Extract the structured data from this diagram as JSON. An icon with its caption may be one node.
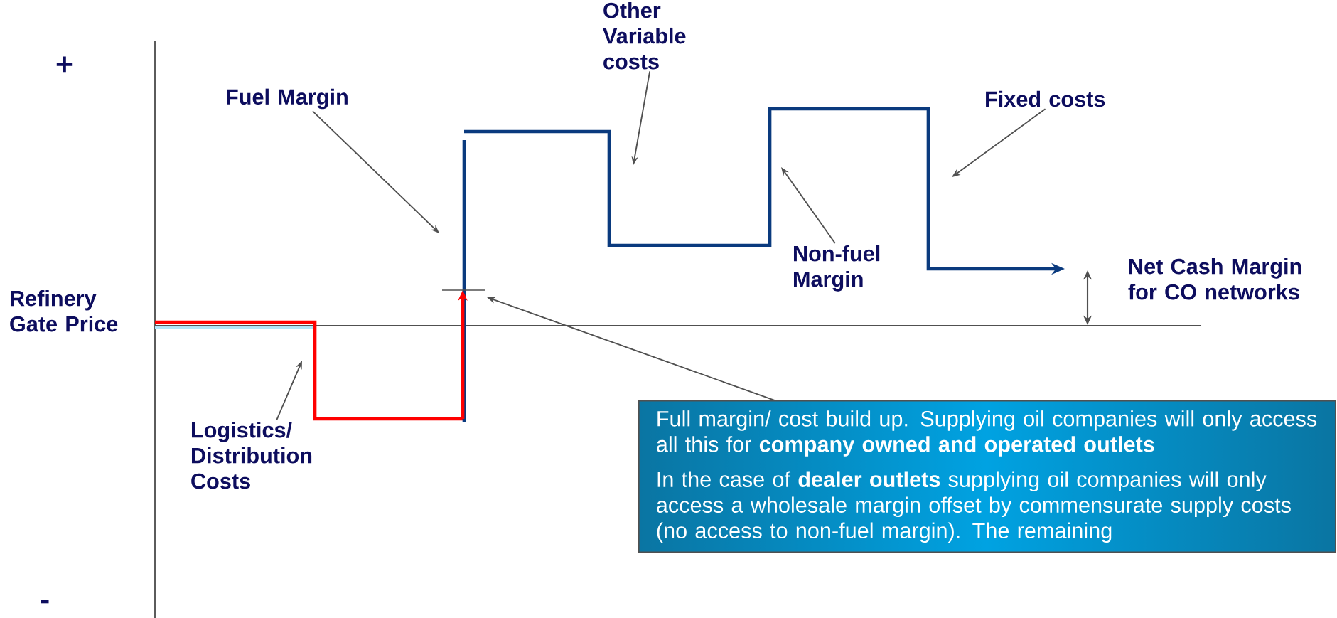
{
  "diagram": {
    "nodes": [
      {
        "text": [
          "Fuel Margin"
        ]
      },
      {
        "text": [
          "Other Variable costs"
        ]
      },
      {
        "text": [
          "Fixed costs"
        ]
      },
      {
        "text": [
          "Non-fuel Margin"
        ]
      },
      {
        "text": [
          "Logistics/ Distribution Costs"
        ]
      },
      {
        "text": [
          "Full margin/ cost build up. Supplying oil companies will only access all this for **company owned and operated outlets**",
          "In the case of **dealer outlets** supplying oil companies will only access a wholesale margin offset by commensurate supply costs (no access to non-fuel margin). The remaining"
        ]
      }
    ],
    "edges": [
      {
        "from": 0,
        "to": null,
        "arrow": "to"
      },
      {
        "from": 1,
        "to": null,
        "arrow": "to"
      },
      {
        "from": 2,
        "to": null,
        "arrow": "to"
      },
      {
        "from": 3,
        "to": null,
        "arrow": "to"
      },
      {
        "from": 4,
        "to": null,
        "arrow": "to"
      },
      {
        "from": 5,
        "to": null,
        "arrow": "to"
      }
    ],
    "labels": [
      "+",
      "Refinery Gate Price",
      "Net Cash Margin for CO networks",
      "-"
    ]
  }
}
